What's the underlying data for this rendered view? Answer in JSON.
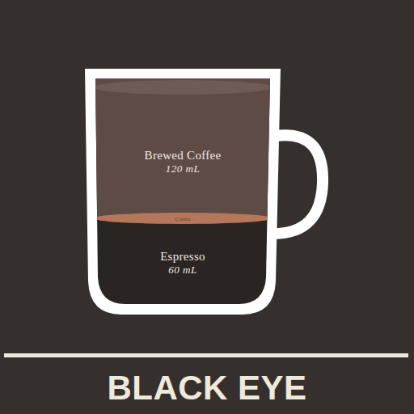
{
  "diagram": {
    "title": "BLACK EYE",
    "nodes": [
      {
        "text": [
          "Brewed Coffee",
          "120 mL"
        ]
      },
      {
        "text": [
          "Crema"
        ]
      },
      {
        "text": [
          "Espresso",
          "60 mL"
        ]
      }
    ]
  }
}
